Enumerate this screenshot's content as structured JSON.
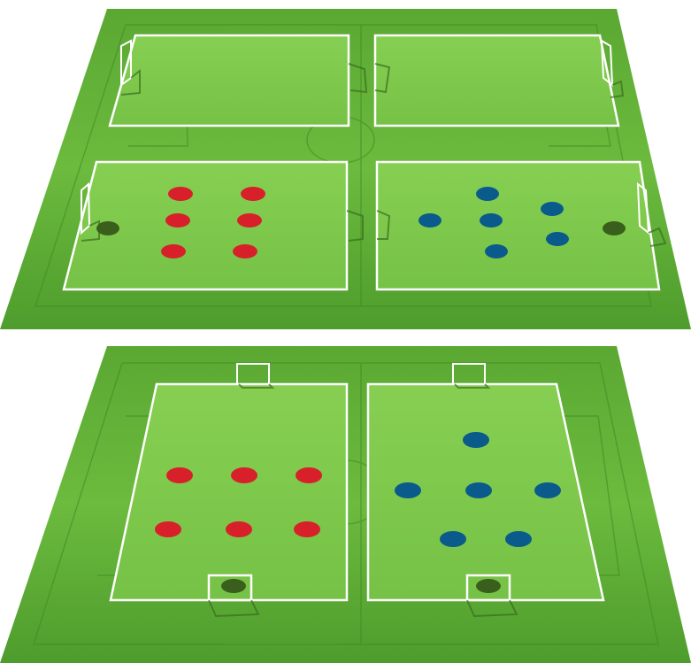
{
  "colors": {
    "background": "#ffffff",
    "turf_dark": "#4a9a2a",
    "turf_mid": "#63b33a",
    "turf_light": "#7ec84a",
    "line_white": "#ffffff",
    "faint_line": "#3f8a25",
    "team_red": "#d8202a",
    "team_blue": "#0a5a8c",
    "goalkeeper": "#3a5f1c"
  },
  "diagrams": [
    {
      "id": "top-diagram",
      "description_name": "four-zone-pitch",
      "zones": [
        {
          "id": "zone-top-left"
        },
        {
          "id": "zone-top-right"
        },
        {
          "id": "zone-bottom-left"
        },
        {
          "id": "zone-bottom-right"
        }
      ],
      "red_players": 6,
      "blue_players": 6,
      "goalkeepers": 2
    },
    {
      "id": "bottom-diagram",
      "description_name": "two-half-pitch",
      "zones": [
        {
          "id": "half-left"
        },
        {
          "id": "half-right"
        }
      ],
      "red_players": 6,
      "blue_players": 6,
      "goalkeepers": 2
    }
  ],
  "icons": {
    "red_player": "red-player-icon",
    "blue_player": "blue-player-icon",
    "goalkeeper": "goalkeeper-icon",
    "goal": "goal-icon"
  }
}
